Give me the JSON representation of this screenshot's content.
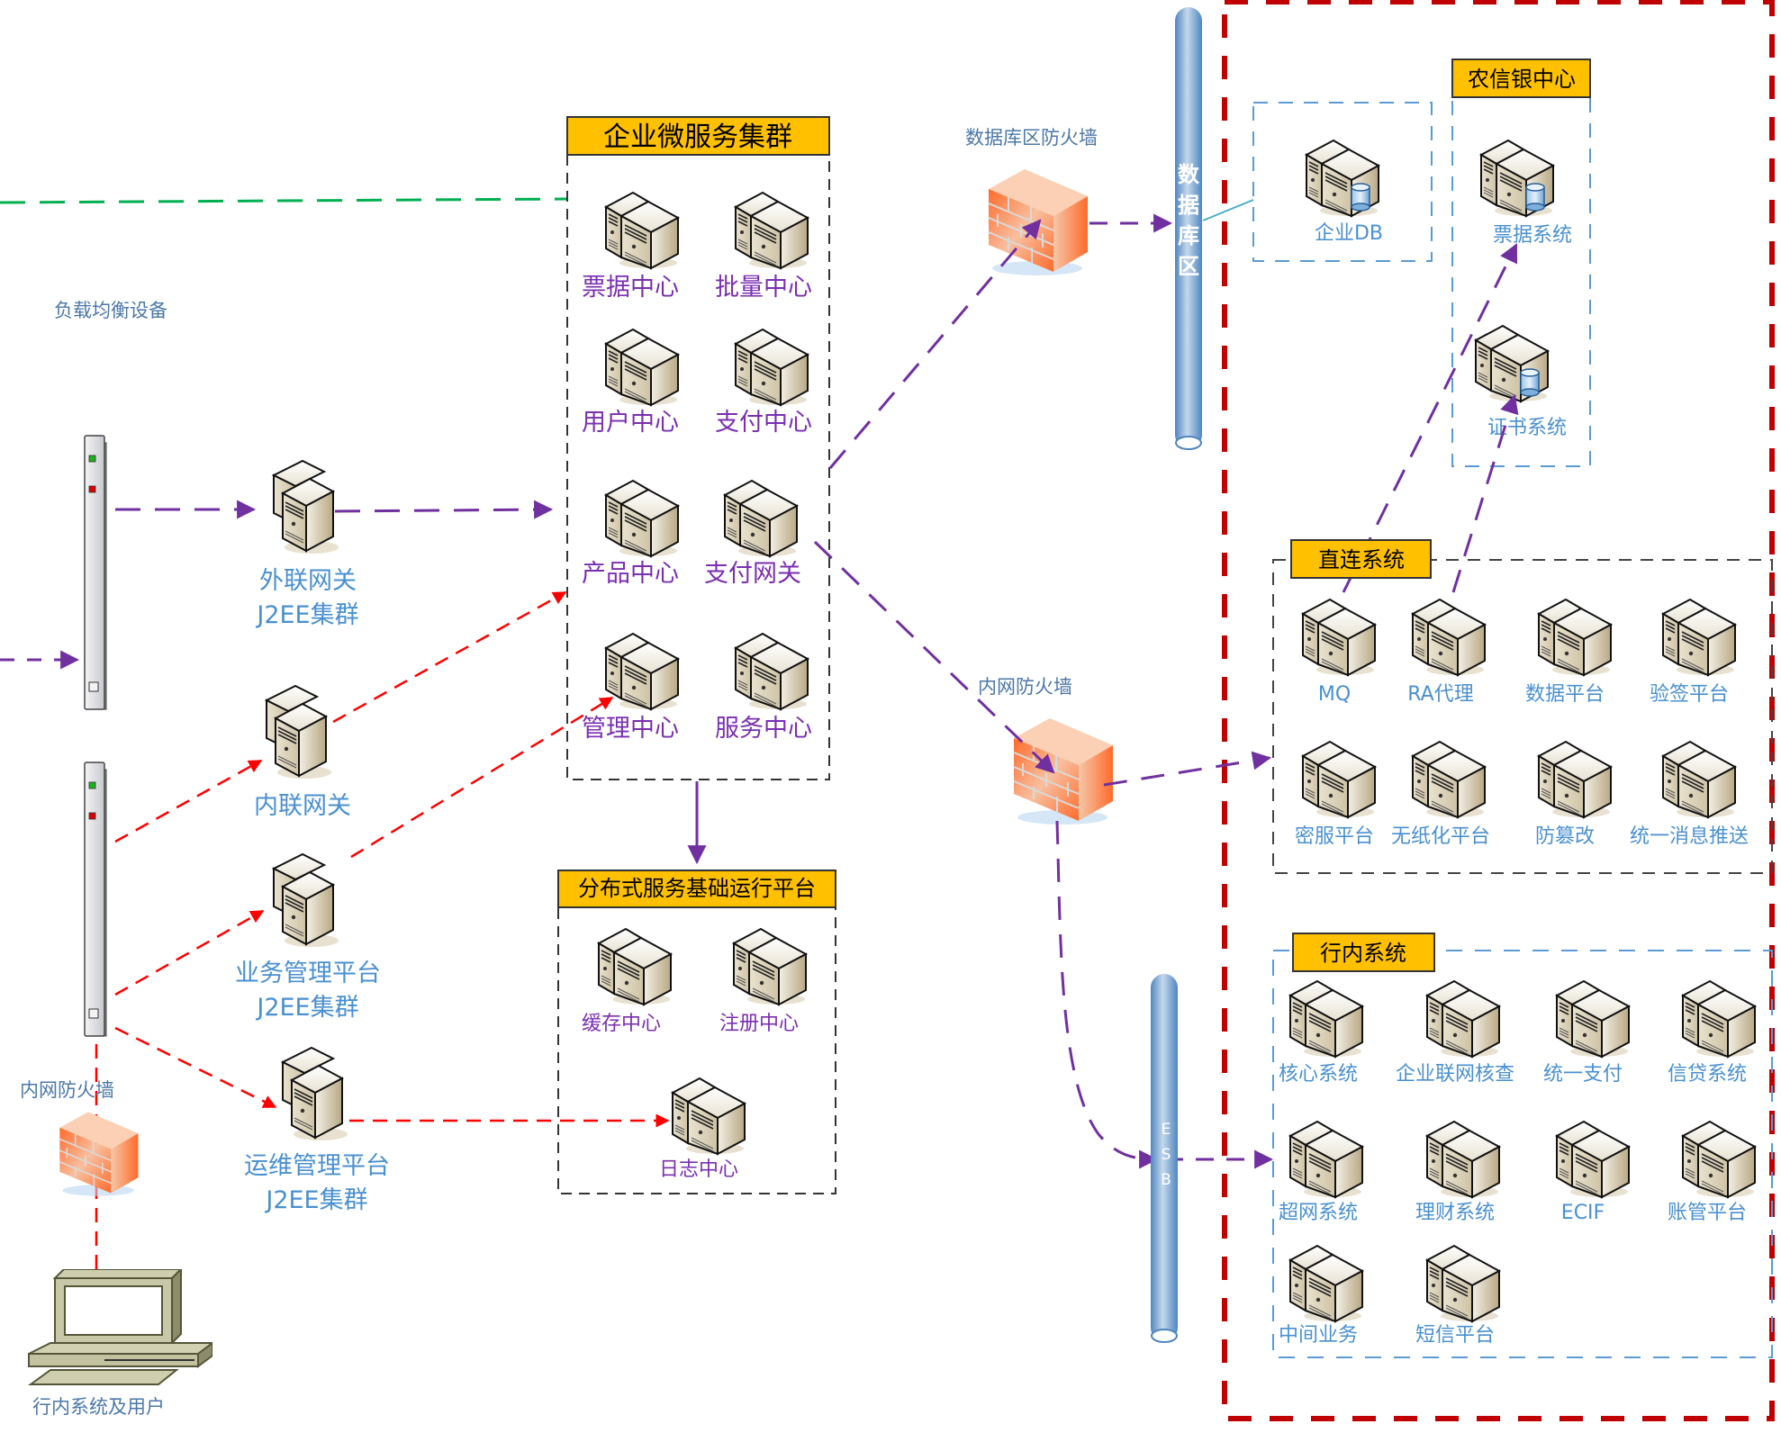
{
  "colors": {
    "purple_flow": "#7030a0",
    "red_flow": "#ff0000",
    "green_flow": "#00b050",
    "zone_border": "#c00000",
    "header_fill": "#ffc000",
    "pipe": "#5b9bd5"
  },
  "left": {
    "load_balancer_label": "负载均衡设备",
    "firewall_label": "内网防火墙",
    "terminal_label": "行内系统及用户",
    "gateways": [
      {
        "line1": "外联网关",
        "line2": "J2EE集群"
      },
      {
        "line1": "内联网关",
        "line2": ""
      },
      {
        "line1": "业务管理平台",
        "line2": "J2EE集群"
      },
      {
        "line1": "运维管理平台",
        "line2": "J2EE集群"
      }
    ]
  },
  "microservice_cluster": {
    "title": "企业微服务集群",
    "services": [
      "票据中心",
      "批量中心",
      "用户中心",
      "支付中心",
      "产品中心",
      "支付网关",
      "管理中心",
      "服务中心"
    ]
  },
  "runtime_platform": {
    "title": "分布式服务基础运行平台",
    "services": [
      "缓存中心",
      "注册中心",
      "日志中心"
    ]
  },
  "firewalls": {
    "db_zone": "数据库区防火墙",
    "intranet": "内网防火墙"
  },
  "pipes": {
    "db_zone": "数据库区",
    "esb": "ESB"
  },
  "db_zone": {
    "enterprise_db": "企业DB"
  },
  "rural_credit_center": {
    "title": "农信银中心",
    "systems": [
      "票据系统",
      "证书系统"
    ]
  },
  "direct_systems": {
    "title": "直连系统",
    "systems": [
      "MQ",
      "RA代理",
      "数据平台",
      "验签平台",
      "密服平台",
      "无纸化平台",
      "防篡改",
      "统一消息推送"
    ]
  },
  "bank_systems": {
    "title": "行内系统",
    "systems": [
      "核心系统",
      "企业联网核查",
      "统一支付",
      "信贷系统",
      "超网系统",
      "理财系统",
      "ECIF",
      "账管平台",
      "中间业务",
      "短信平台"
    ]
  }
}
